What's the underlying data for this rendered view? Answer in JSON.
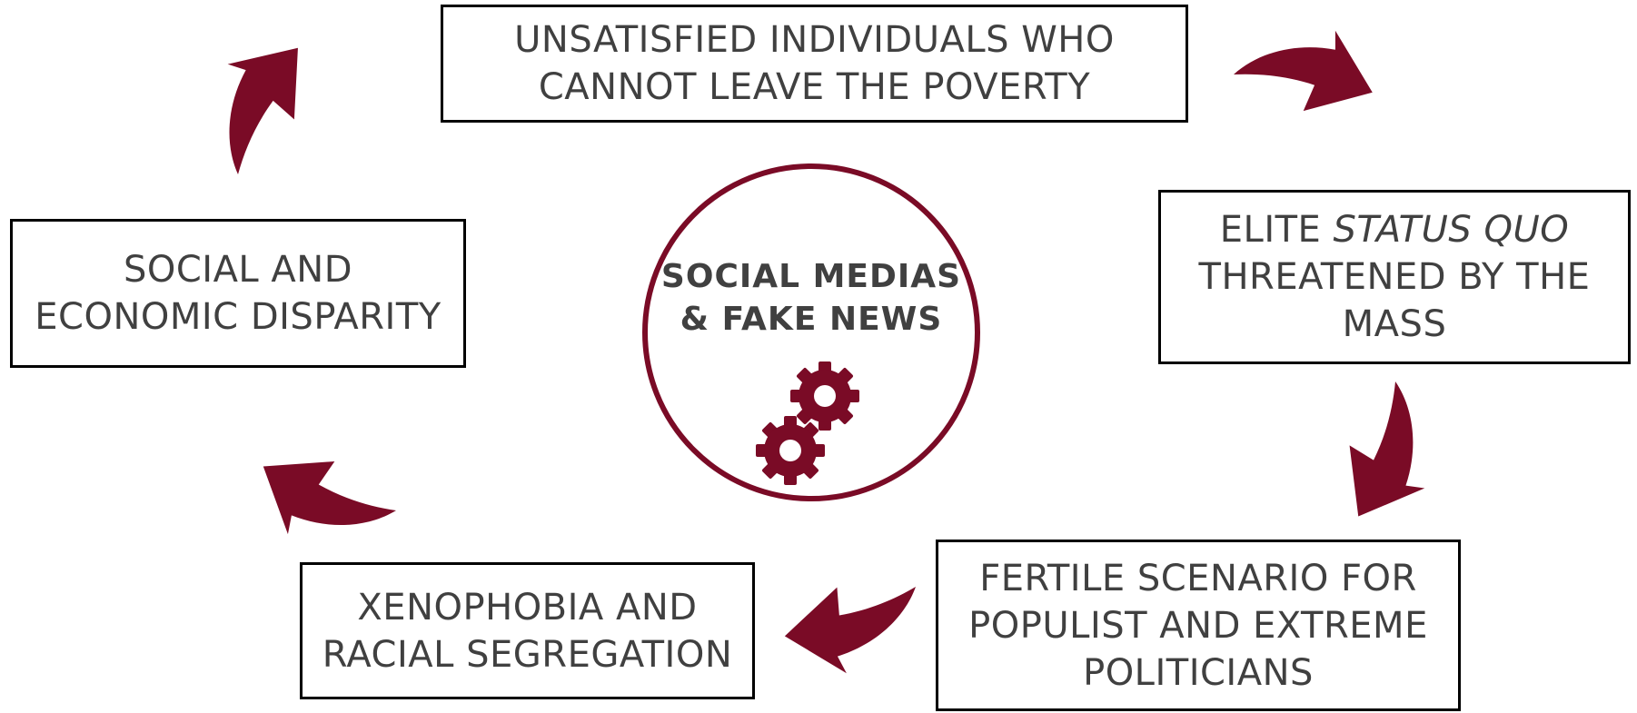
{
  "colors": {
    "accent": "#7a0b26",
    "text": "#404040",
    "border": "#000000"
  },
  "center": {
    "line1": "SOCIAL MEDIAS",
    "line2": "& FAKE NEWS",
    "icon": "gears-icon"
  },
  "boxes": {
    "top": {
      "line1": "UNSATISFIED INDIVIDUALS WHO",
      "line2": "CANNOT LEAVE THE POVERTY"
    },
    "right": {
      "line1_plain": "ELITE ",
      "line1_italic": "STATUS QUO",
      "line2": "THREATENED BY THE",
      "line3": "MASS"
    },
    "bottom_right": {
      "line1": "FERTILE SCENARIO FOR",
      "line2": "POPULIST AND EXTREME",
      "line3": "POLITICIANS"
    },
    "bottom_left": {
      "line1": "XENOPHOBIA AND",
      "line2": "RACIAL SEGREGATION"
    },
    "left": {
      "line1": "SOCIAL AND",
      "line2": "ECONOMIC DISPARITY"
    }
  }
}
